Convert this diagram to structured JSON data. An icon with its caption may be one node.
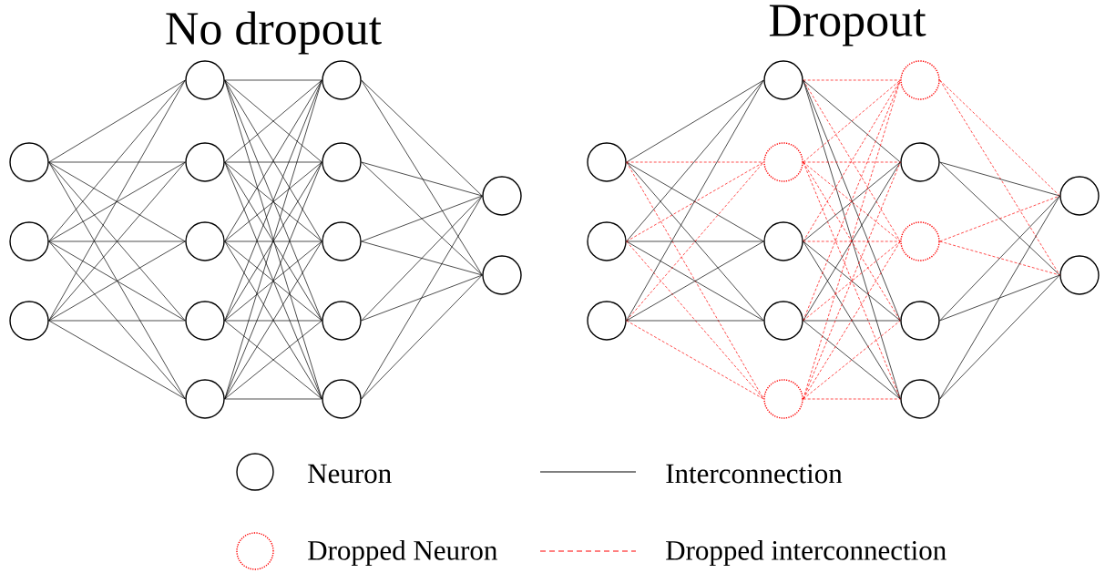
{
  "diagram": {
    "nodes": [
      {
        "text": [],
        "shape": "circle"
      },
      {
        "text": [],
        "shape": "circle"
      },
      {
        "text": [],
        "shape": "circle"
      },
      {
        "text": [],
        "shape": "circle"
      },
      {
        "text": [],
        "shape": "circle"
      },
      {
        "text": [],
        "shape": "circle"
      },
      {
        "text": [],
        "shape": "circle"
      },
      {
        "text": [],
        "shape": "circle"
      },
      {
        "text": [],
        "shape": "circle"
      },
      {
        "text": [],
        "shape": "circle"
      },
      {
        "text": [],
        "shape": "circle"
      },
      {
        "text": [],
        "shape": "circle"
      },
      {
        "text": [],
        "shape": "circle"
      },
      {
        "text": [],
        "shape": "circle"
      },
      {
        "text": [],
        "shape": "circle"
      },
      {
        "text": [],
        "shape": "circle"
      },
      {
        "text": [],
        "shape": "circle"
      },
      {
        "text": [],
        "shape": "circle"
      },
      {
        "text": [],
        "shape": "circle"
      },
      {
        "text": [],
        "shape": "circle"
      },
      {
        "text": [],
        "shape": "circle"
      },
      {
        "text": [],
        "shape": "circle"
      },
      {
        "text": [],
        "shape": "circle"
      },
      {
        "text": [],
        "shape": "circle"
      },
      {
        "text": [],
        "shape": "circle"
      },
      {
        "text": [],
        "shape": "circle"
      },
      {
        "text": [],
        "shape": "circle"
      },
      {
        "text": [],
        "shape": "circle"
      },
      {
        "text": [],
        "shape": "circle"
      },
      {
        "text": [],
        "shape": "circle"
      }
    ],
    "edges": [
      {
        "from": 0,
        "to": 3,
        "arrow": "none"
      },
      {
        "from": 0,
        "to": 4,
        "arrow": "none"
      },
      {
        "from": 0,
        "to": 5,
        "arrow": "none"
      },
      {
        "from": 0,
        "to": 6,
        "arrow": "none"
      },
      {
        "from": 0,
        "to": 7,
        "arrow": "none"
      },
      {
        "from": 1,
        "to": 3,
        "arrow": "none"
      },
      {
        "from": 1,
        "to": 4,
        "arrow": "none"
      },
      {
        "from": 1,
        "to": 5,
        "arrow": "none"
      },
      {
        "from": 1,
        "to": 6,
        "arrow": "none"
      },
      {
        "from": 1,
        "to": 7,
        "arrow": "none"
      },
      {
        "from": 2,
        "to": 3,
        "arrow": "none"
      },
      {
        "from": 2,
        "to": 4,
        "arrow": "none"
      },
      {
        "from": 2,
        "to": 5,
        "arrow": "none"
      },
      {
        "from": 2,
        "to": 6,
        "arrow": "none"
      },
      {
        "from": 2,
        "to": 7,
        "arrow": "none"
      },
      {
        "from": 3,
        "to": 8,
        "arrow": "none"
      },
      {
        "from": 3,
        "to": 9,
        "arrow": "none"
      },
      {
        "from": 3,
        "to": 10,
        "arrow": "none"
      },
      {
        "from": 3,
        "to": 11,
        "arrow": "none"
      },
      {
        "from": 3,
        "to": 12,
        "arrow": "none"
      },
      {
        "from": 4,
        "to": 8,
        "arrow": "none"
      },
      {
        "from": 4,
        "to": 9,
        "arrow": "none"
      },
      {
        "from": 4,
        "to": 10,
        "arrow": "none"
      },
      {
        "from": 4,
        "to": 11,
        "arrow": "none"
      },
      {
        "from": 4,
        "to": 12,
        "arrow": "none"
      },
      {
        "from": 5,
        "to": 8,
        "arrow": "none"
      },
      {
        "from": 5,
        "to": 9,
        "arrow": "none"
      },
      {
        "from": 5,
        "to": 10,
        "arrow": "none"
      },
      {
        "from": 5,
        "to": 11,
        "arrow": "none"
      },
      {
        "from": 5,
        "to": 12,
        "arrow": "none"
      },
      {
        "from": 6,
        "to": 8,
        "arrow": "none"
      },
      {
        "from": 6,
        "to": 9,
        "arrow": "none"
      },
      {
        "from": 6,
        "to": 10,
        "arrow": "none"
      },
      {
        "from": 6,
        "to": 11,
        "arrow": "none"
      },
      {
        "from": 6,
        "to": 12,
        "arrow": "none"
      },
      {
        "from": 7,
        "to": 8,
        "arrow": "none"
      },
      {
        "from": 7,
        "to": 9,
        "arrow": "none"
      },
      {
        "from": 7,
        "to": 10,
        "arrow": "none"
      },
      {
        "from": 7,
        "to": 11,
        "arrow": "none"
      },
      {
        "from": 7,
        "to": 12,
        "arrow": "none"
      },
      {
        "from": 8,
        "to": 13,
        "arrow": "none"
      },
      {
        "from": 8,
        "to": 14,
        "arrow": "none"
      },
      {
        "from": 9,
        "to": 13,
        "arrow": "none"
      },
      {
        "from": 9,
        "to": 14,
        "arrow": "none"
      },
      {
        "from": 10,
        "to": 13,
        "arrow": "none"
      },
      {
        "from": 10,
        "to": 14,
        "arrow": "none"
      },
      {
        "from": 11,
        "to": 13,
        "arrow": "none"
      },
      {
        "from": 11,
        "to": 14,
        "arrow": "none"
      },
      {
        "from": 12,
        "to": 13,
        "arrow": "none"
      },
      {
        "from": 12,
        "to": 14,
        "arrow": "none"
      },
      {
        "from": 15,
        "to": 18,
        "arrow": "none"
      },
      {
        "from": 15,
        "to": 19,
        "arrow": "none",
        "style": "dashed",
        "color": "#ff0000"
      },
      {
        "from": 15,
        "to": 20,
        "arrow": "none"
      },
      {
        "from": 15,
        "to": 21,
        "arrow": "none"
      },
      {
        "from": 15,
        "to": 22,
        "arrow": "none",
        "style": "dashed",
        "color": "#ff0000"
      },
      {
        "from": 16,
        "to": 18,
        "arrow": "none"
      },
      {
        "from": 16,
        "to": 19,
        "arrow": "none",
        "style": "dashed",
        "color": "#ff0000"
      },
      {
        "from": 16,
        "to": 20,
        "arrow": "none"
      },
      {
        "from": 16,
        "to": 21,
        "arrow": "none"
      },
      {
        "from": 16,
        "to": 22,
        "arrow": "none",
        "style": "dashed",
        "color": "#ff0000"
      },
      {
        "from": 17,
        "to": 18,
        "arrow": "none"
      },
      {
        "from": 17,
        "to": 19,
        "arrow": "none",
        "style": "dashed",
        "color": "#ff0000"
      },
      {
        "from": 17,
        "to": 20,
        "arrow": "none"
      },
      {
        "from": 17,
        "to": 21,
        "arrow": "none"
      },
      {
        "from": 17,
        "to": 22,
        "arrow": "none",
        "style": "dashed",
        "color": "#ff0000"
      },
      {
        "from": 18,
        "to": 23,
        "arrow": "none",
        "style": "dashed",
        "color": "#ff0000"
      },
      {
        "from": 18,
        "to": 24,
        "arrow": "none"
      },
      {
        "from": 18,
        "to": 25,
        "arrow": "none",
        "style": "dashed",
        "color": "#ff0000"
      },
      {
        "from": 18,
        "to": 26,
        "arrow": "none"
      },
      {
        "from": 18,
        "to": 27,
        "arrow": "none"
      },
      {
        "from": 19,
        "to": 23,
        "arrow": "none",
        "style": "dashed",
        "color": "#ff0000"
      },
      {
        "from": 19,
        "to": 24,
        "arrow": "none",
        "style": "dashed",
        "color": "#ff0000"
      },
      {
        "from": 19,
        "to": 25,
        "arrow": "none",
        "style": "dashed",
        "color": "#ff0000"
      },
      {
        "from": 19,
        "to": 26,
        "arrow": "none",
        "style": "dashed",
        "color": "#ff0000"
      },
      {
        "from": 19,
        "to": 27,
        "arrow": "none",
        "style": "dashed",
        "color": "#ff0000"
      },
      {
        "from": 20,
        "to": 23,
        "arrow": "none",
        "style": "dashed",
        "color": "#ff0000"
      },
      {
        "from": 20,
        "to": 24,
        "arrow": "none"
      },
      {
        "from": 20,
        "to": 25,
        "arrow": "none",
        "style": "dashed",
        "color": "#ff0000"
      },
      {
        "from": 20,
        "to": 26,
        "arrow": "none"
      },
      {
        "from": 20,
        "to": 27,
        "arrow": "none"
      },
      {
        "from": 21,
        "to": 23,
        "arrow": "none",
        "style": "dashed",
        "color": "#ff0000"
      },
      {
        "from": 21,
        "to": 24,
        "arrow": "none"
      },
      {
        "from": 21,
        "to": 25,
        "arrow": "none",
        "style": "dashed",
        "color": "#ff0000"
      },
      {
        "from": 21,
        "to": 26,
        "arrow": "none"
      },
      {
        "from": 21,
        "to": 27,
        "arrow": "none"
      },
      {
        "from": 22,
        "to": 23,
        "arrow": "none",
        "style": "dashed",
        "color": "#ff0000"
      },
      {
        "from": 22,
        "to": 24,
        "arrow": "none",
        "style": "dashed",
        "color": "#ff0000"
      },
      {
        "from": 22,
        "to": 25,
        "arrow": "none",
        "style": "dashed",
        "color": "#ff0000"
      },
      {
        "from": 22,
        "to": 26,
        "arrow": "none",
        "style": "dashed",
        "color": "#ff0000"
      },
      {
        "from": 22,
        "to": 27,
        "arrow": "none",
        "style": "dashed",
        "color": "#ff0000"
      },
      {
        "from": 23,
        "to": 28,
        "arrow": "none",
        "style": "dashed",
        "color": "#ff0000"
      },
      {
        "from": 23,
        "to": 29,
        "arrow": "none",
        "style": "dashed",
        "color": "#ff0000"
      },
      {
        "from": 24,
        "to": 28,
        "arrow": "none"
      },
      {
        "from": 24,
        "to": 29,
        "arrow": "none"
      },
      {
        "from": 25,
        "to": 28,
        "arrow": "none",
        "style": "dashed",
        "color": "#ff0000"
      },
      {
        "from": 25,
        "to": 29,
        "arrow": "none",
        "style": "dashed",
        "color": "#ff0000"
      },
      {
        "from": 26,
        "to": 28,
        "arrow": "none"
      },
      {
        "from": 26,
        "to": 29,
        "arrow": "none"
      },
      {
        "from": 27,
        "to": 28,
        "arrow": "none"
      },
      {
        "from": 27,
        "to": 29,
        "arrow": "none"
      }
    ],
    "labels": [
      "No dropout",
      "Dropout"
    ],
    "legend": [
      {
        "text": "Neuron"
      },
      {
        "text": "Interconnection"
      },
      {
        "text": "Dropped Neuron"
      },
      {
        "text": "Dropped interconnection"
      }
    ]
  }
}
